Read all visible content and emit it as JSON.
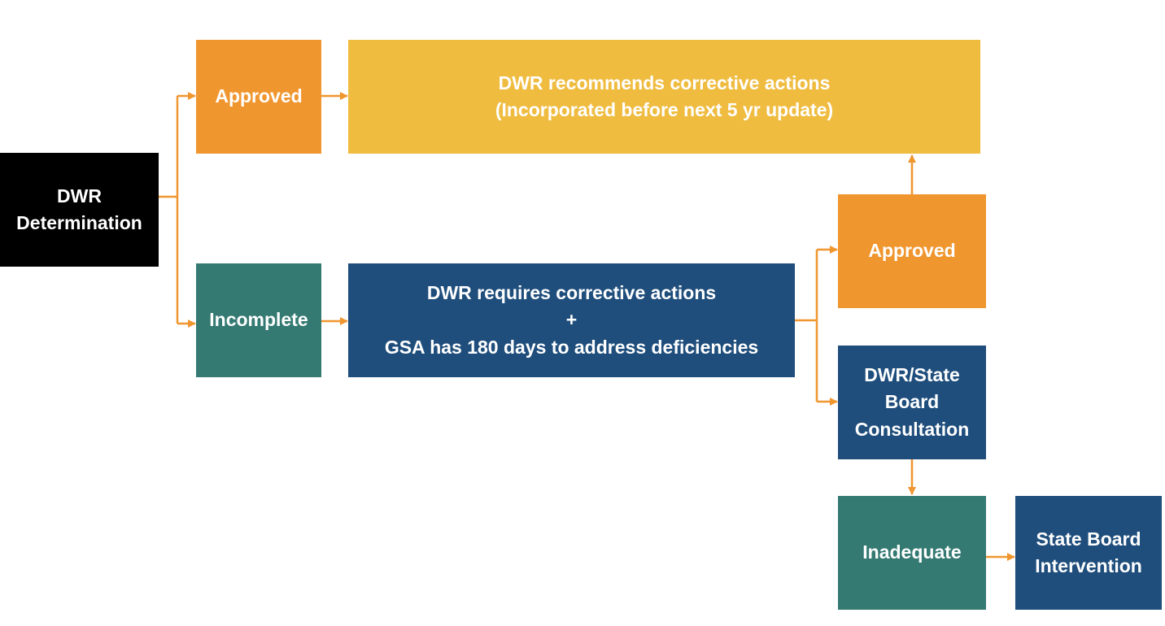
{
  "colors": {
    "black": "#000000",
    "orange": "#f0962f",
    "yellow": "#efbc40",
    "teal": "#347a72",
    "navy": "#1f4e7c",
    "arrow": "#f0962f"
  },
  "nodes": {
    "determination": {
      "lines": [
        "DWR",
        "Determination"
      ]
    },
    "approved_top": {
      "lines": [
        "Approved"
      ]
    },
    "recommends": {
      "lines": [
        "DWR recommends corrective actions",
        "(Incorporated before next 5 yr update)"
      ]
    },
    "incomplete": {
      "lines": [
        "Incomplete"
      ]
    },
    "requires": {
      "lines": [
        "DWR requires corrective actions",
        "+",
        "GSA has 180 days to address deficiencies"
      ]
    },
    "approved_right": {
      "lines": [
        "Approved"
      ]
    },
    "consultation": {
      "lines": [
        "DWR/State",
        "Board",
        "Consultation"
      ]
    },
    "inadequate": {
      "lines": [
        "Inadequate"
      ]
    },
    "intervention": {
      "lines": [
        "State Board",
        "Intervention"
      ]
    }
  }
}
